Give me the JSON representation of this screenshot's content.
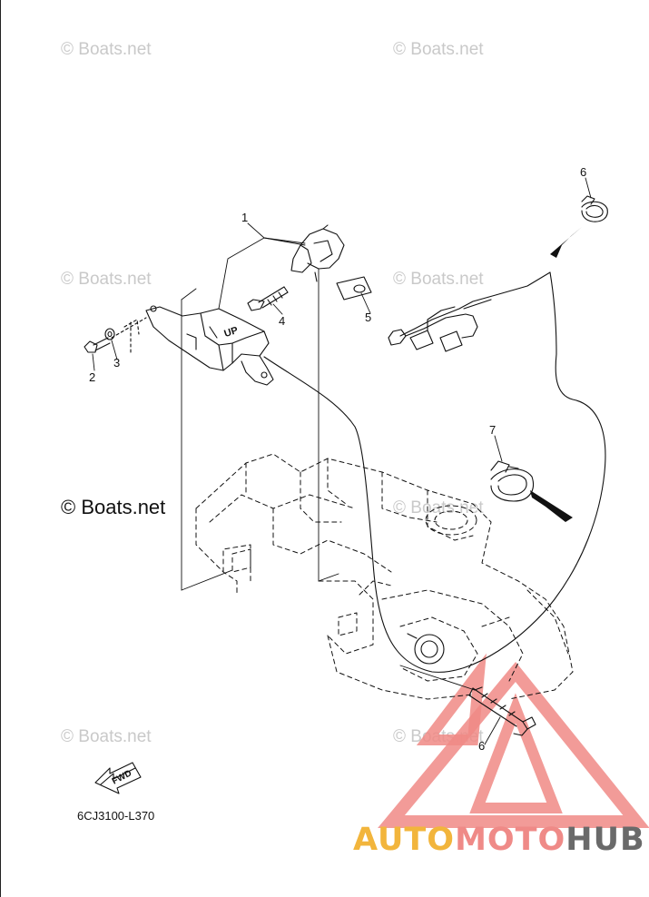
{
  "watermarks": [
    "© Boats.net",
    "© Boats.net",
    "© Boats.net",
    "© Boats.net",
    "© Boats.net",
    "© Boats.net",
    "© Boats.net"
  ],
  "copyright": "© Boats.net",
  "callouts": {
    "c1": "1",
    "c2": "2",
    "c3": "3",
    "c4": "4",
    "c5": "5",
    "c6_top": "6",
    "c6_bottom": "6",
    "c7": "7"
  },
  "fwd_label": "FWD",
  "up_label": "UP",
  "diagram_code": "6CJ3100-L370",
  "brand": {
    "part1": "AUTO",
    "part2": "MOTO",
    "part3": "HUB"
  },
  "colors": {
    "line": "#111111",
    "watermark": "#c9c9c9",
    "brand_yellow": "#f2b53c",
    "brand_red": "#ef8a87",
    "brand_gray": "#6a6a6a"
  }
}
